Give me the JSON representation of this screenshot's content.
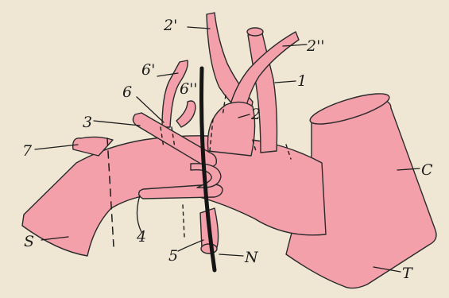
{
  "colors": {
    "paper": "#efe7d3",
    "vessel_fill": "#f4a0ab",
    "outline": "#2a2a2a",
    "nerve": "#151515"
  },
  "labels": {
    "l1": "1",
    "l2": "2",
    "l2p": "2'",
    "l2pp": "2''",
    "l3": "3",
    "l4": "4",
    "l5": "5",
    "l6": "6",
    "l6p": "6'",
    "l6pp": "6''",
    "l7": "7",
    "C": "C",
    "N": "N",
    "S": "S",
    "T": "T"
  }
}
